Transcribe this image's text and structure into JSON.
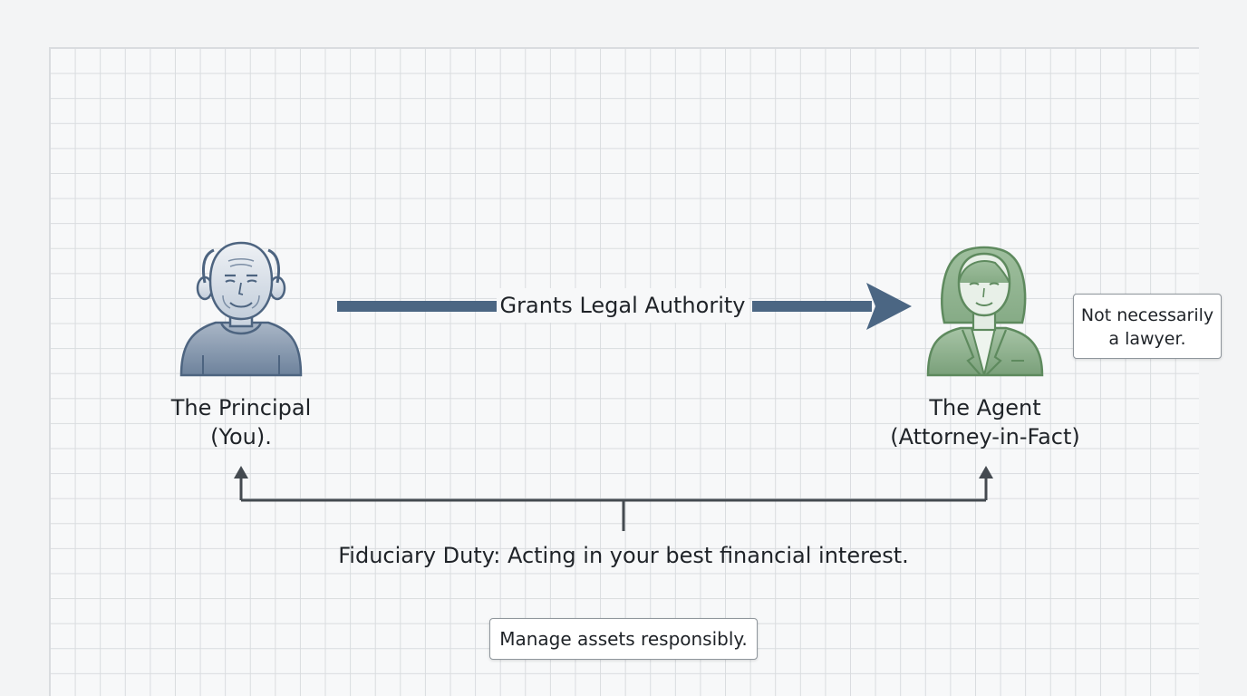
{
  "principal": {
    "label_line1": "The Principal",
    "label_line2": "(You).",
    "icon": "elderly-man-icon",
    "color": "#5e7692"
  },
  "agent": {
    "label_line1": "The Agent",
    "label_line2": "(Attorney-in-Fact)",
    "icon": "professional-woman-icon",
    "color": "#84a984"
  },
  "grant_arrow": {
    "label": "Grants Legal Authority",
    "color": "#4b6683"
  },
  "duty": {
    "label": "Fiduciary Duty: Acting in your best financial interest.",
    "color": "#444a50"
  },
  "notes": {
    "lawyer_line1": "Not necessarily",
    "lawyer_line2": "a lawyer.",
    "manage": "Manage assets responsibly."
  }
}
